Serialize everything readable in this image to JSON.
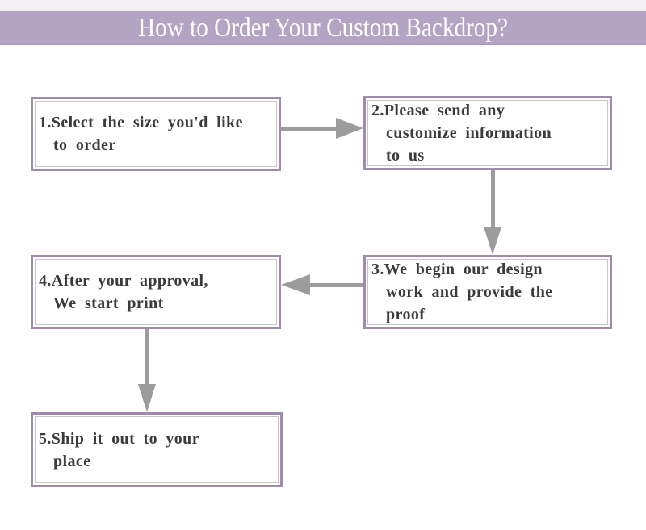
{
  "header": {
    "title": "How to Order Your Custom Backdrop?",
    "banner_color": "#b2a4c2",
    "title_color": "#ffffff"
  },
  "flowchart": {
    "colors": {
      "box_border": "#a18ab0",
      "box_inner_line": "#c6c6c6",
      "arrow": "#9c9c9c",
      "text": "#3b3b3b"
    },
    "steps": [
      {
        "id": 1,
        "lines": [
          "1.Select the size you'd like",
          "to order"
        ],
        "full_text": "1.Select the size you'd like to order"
      },
      {
        "id": 2,
        "lines": [
          "2.Please send any",
          "customize information",
          "to us"
        ],
        "full_text": "2.Please send any customize information to us"
      },
      {
        "id": 3,
        "lines": [
          "3.We begin our design",
          "work and provide the",
          "proof"
        ],
        "full_text": "3.We begin our design work and provide the proof"
      },
      {
        "id": 4,
        "lines": [
          "4.After your approval,",
          "We start print"
        ],
        "full_text": "4.After your approval, We start print"
      },
      {
        "id": 5,
        "lines": [
          "5.Ship it out to your",
          "place"
        ],
        "full_text": "5.Ship it out to your place"
      }
    ],
    "connections": [
      {
        "from": 1,
        "to": 2,
        "direction": "right"
      },
      {
        "from": 2,
        "to": 3,
        "direction": "down"
      },
      {
        "from": 3,
        "to": 4,
        "direction": "left"
      },
      {
        "from": 4,
        "to": 5,
        "direction": "down"
      }
    ]
  }
}
